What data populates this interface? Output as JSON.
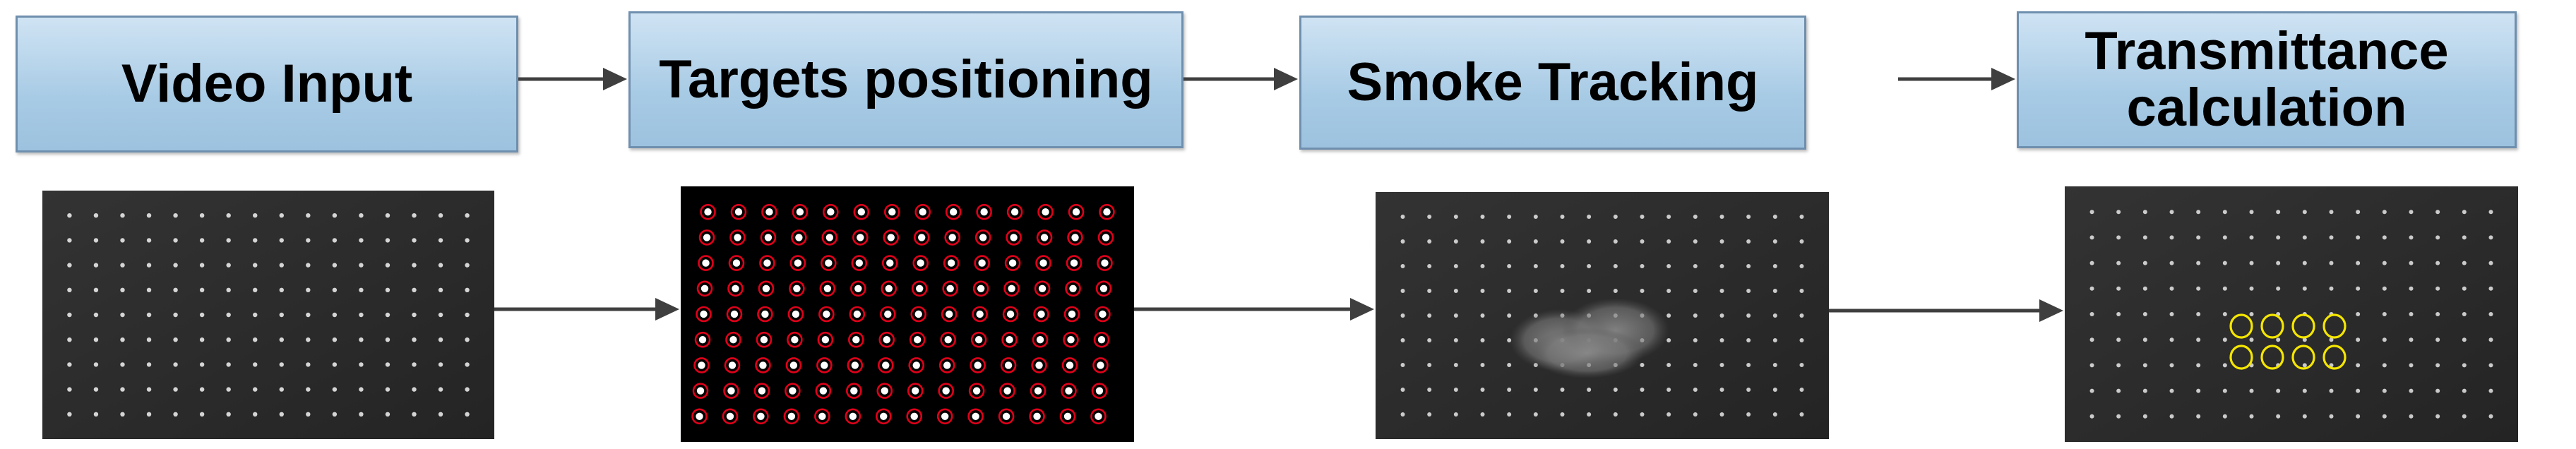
{
  "steps": [
    {
      "label_lines": [
        "Video Input"
      ]
    },
    {
      "label_lines": [
        "Targets positioning"
      ]
    },
    {
      "label_lines": [
        "Smoke Tracking"
      ]
    },
    {
      "label_lines": [
        "Transmittance",
        "calculation"
      ]
    }
  ],
  "panels": [
    {
      "kind": "grayscale-target-frame"
    },
    {
      "kind": "binary-target-detection"
    },
    {
      "kind": "grayscale-frame-with-smoke"
    },
    {
      "kind": "grayscale-frame-with-selected-targets"
    }
  ],
  "colors": {
    "box_fill_top": "#cfe3f3",
    "box_fill_bottom": "#9cc2df",
    "box_border": "#6f8fae",
    "arrow": "#3f3f3f",
    "frame_bg": "#2b2b2b",
    "target_dot": "#e8e8e8",
    "detection_bg": "#000000",
    "detection_circle": "#e0001a",
    "selection_circle": "#f5e600",
    "smoke": "#8a8a8a"
  }
}
